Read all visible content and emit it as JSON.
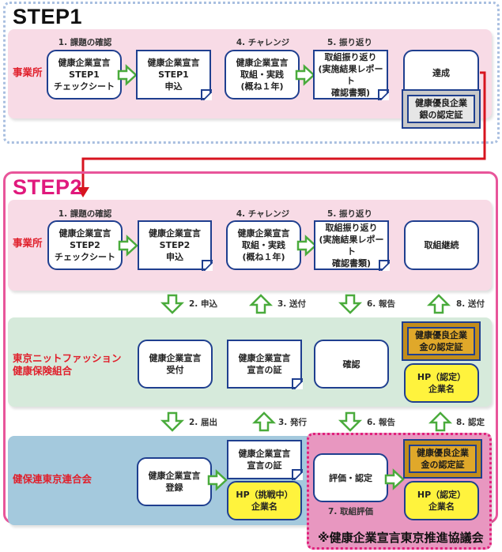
{
  "step1": {
    "title": "STEP1",
    "lane_label": "事業所",
    "step_labels": [
      "1. 課題の確認",
      "4. チャレンジ",
      "5. 振り返り"
    ],
    "boxes": {
      "checksheet": [
        "健康企業宣言",
        "STEP1",
        "チェックシート"
      ],
      "application": [
        "健康企業宣言",
        "STEP1",
        "申込"
      ],
      "practice": [
        "健康企業宣言",
        "取組・実践",
        "(概ね１年)"
      ],
      "review": [
        "取組振り返り",
        "(実施結果レポート",
        "確認書類)"
      ],
      "achieved": "達成",
      "silver_cert": [
        "健康優良企業",
        "銀の認定証"
      ]
    }
  },
  "step2": {
    "title": "STEP2",
    "lanes": {
      "office": {
        "label": "事業所",
        "step_labels": [
          "1. 課題の確認",
          "4. チャレンジ",
          "5. 振り返り"
        ],
        "checksheet": [
          "健康企業宣言",
          "STEP2",
          "チェックシート"
        ],
        "application": [
          "健康企業宣言",
          "STEP2",
          "申込"
        ],
        "practice": [
          "健康企業宣言",
          "取組・実践",
          "(概ね１年)"
        ],
        "review": [
          "取組振り返り",
          "(実施結果レポート",
          "確認書類)"
        ],
        "continue": "取組継続"
      },
      "union": {
        "label": [
          "東京ニットファッション",
          "健康保険組合"
        ],
        "reception": [
          "健康企業宣言",
          "受付"
        ],
        "certificate": [
          "健康企業宣言",
          "宣言の証"
        ],
        "confirm": "確認",
        "gold_cert": [
          "健康優良企業",
          "金の認定証"
        ],
        "hp_certified": [
          "HP（認定）",
          "企業名"
        ]
      },
      "federation": {
        "label": "健保連東京連合会",
        "registration": [
          "健康企業宣言",
          "登録"
        ],
        "certificate": [
          "健康企業宣言",
          "宣言の証"
        ],
        "hp_challenge": [
          "HP（挑戦中）",
          "企業名"
        ],
        "evaluation": "評価・認定",
        "evaluation_step": "7. 取組評価",
        "gold_cert": [
          "健康優良企業",
          "金の認定証"
        ],
        "hp_certified": [
          "HP（認定）",
          "企業名"
        ],
        "council": "※健康企業宣言東京推進協議会"
      }
    },
    "flows_office_union": [
      "2. 申込",
      "3. 送付",
      "6. 報告",
      "8. 送付"
    ],
    "flows_union_federation": [
      "2. 届出",
      "3. 発行",
      "6. 報告",
      "8. 認定"
    ]
  },
  "colors": {
    "box_border": "#1f3f8f",
    "arrow_green": "#4aab3c",
    "lane_label_red": "#e0202c",
    "step2_pink": "#e8559a",
    "connector_red": "#d7141f",
    "gold": "#e0a82a",
    "yellow": "#fff33d"
  }
}
